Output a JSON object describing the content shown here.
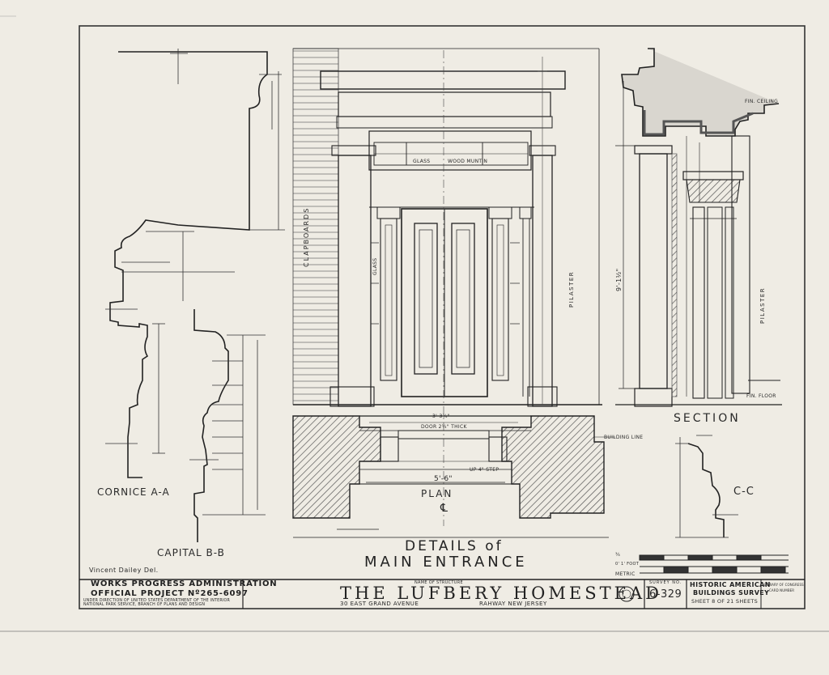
{
  "sheet": {
    "drafter": "Vincent Dailey Del.",
    "drawing_title_line1": "DETAILS of",
    "drawing_title_line2": "MAIN ENTRANCE",
    "views": {
      "cornice": "CORNICE A-A",
      "capital": "CAPITAL B-B",
      "section": "SECTION",
      "cc": "C-C",
      "plan": "PLAN",
      "centerline": "℄"
    },
    "callouts": {
      "clapboards": "CLAPBOARDS",
      "pilaster_front": "PILASTER",
      "pilaster_section": "PILASTER",
      "glass_side": "GLASS",
      "glass_top_left": "GLASS",
      "wood_muntin": "WOOD MUNTIN",
      "building_line": "BUILDING LINE",
      "fin_ceiling": "FIN. CEILING",
      "fin_floor": "FIN. FLOOR",
      "door_thick": "DOOR 2¼\" THICK",
      "step": "UP 4\" STEP"
    },
    "dimensions": {
      "plan_width": "5'-6\"",
      "plan_top": "3'-3¾\"",
      "section_height": "9'-1½\""
    }
  },
  "title_block": {
    "agency_line1": "WORKS PROGRESS ADMINISTRATION",
    "agency_line2": "OFFICIAL PROJECT Nº265-6097",
    "agency_line3": "UNDER DIRECTION OF UNITED STATES DEPARTMENT OF THE INTERIOR",
    "agency_line4": "NATIONAL PARK SERVICE, BRANCH OF PLANS AND DESIGN",
    "name_of_structure_label": "NAME OF STRUCTURE",
    "structure_name": "THE LUFBERY HOMESTEAD",
    "address": "30 EAST GRAND AVENUE",
    "city": "RAHWAY  NEW JERSEY",
    "survey_no_label": "SURVEY NO.",
    "survey_no": "6-329",
    "hab_line1": "HISTORIC AMERICAN",
    "hab_line2": "BUILDINGS SURVEY",
    "sheet_info": "SHEET 8 OF 21 SHEETS",
    "library_line1": "LIBRARY OF CONGRESS",
    "library_line2": "CARD NUMBER"
  },
  "scale": {
    "scale_fraction": "¾",
    "feet_label": "0' 1' FOOT",
    "metric_label": "METRIC"
  }
}
